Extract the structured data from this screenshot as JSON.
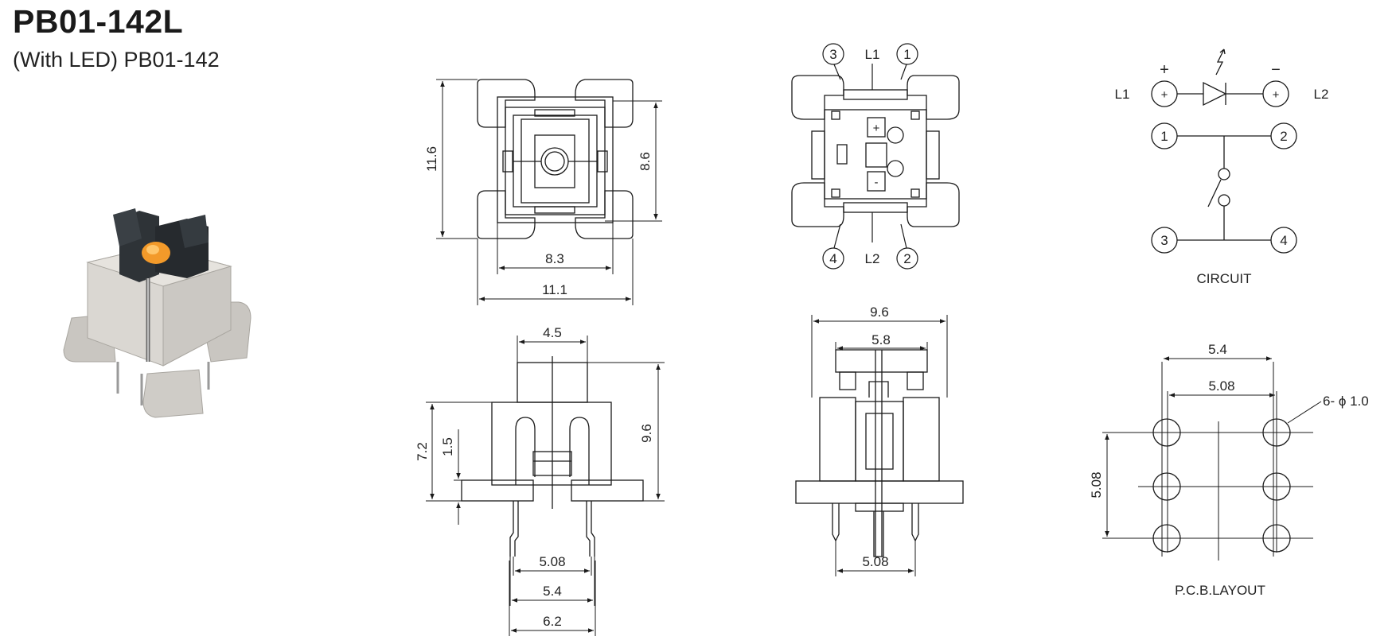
{
  "header": {
    "part_number": "PB01-142L",
    "variant_note": "(With LED)  PB01-142"
  },
  "top_view": {
    "dims": {
      "height_outer": "11.6",
      "height_inner": "8.6",
      "width_inner": "8.3",
      "width_outer": "11.1"
    }
  },
  "front_view": {
    "dims": {
      "actuator_width": "4.5",
      "total_height": "9.6",
      "body_height": "7.2",
      "stroke": "1.5",
      "pin_pitch": "5.08",
      "pin_span": "5.4",
      "base_width": "6.2"
    }
  },
  "bottom_view": {
    "labels": {
      "pin3": "3",
      "pin1": "1",
      "pin4": "4",
      "pin2": "2",
      "l1": "L1",
      "l2": "L2",
      "plus": "+",
      "minus": "-"
    }
  },
  "side_view": {
    "dims": {
      "outer_width": "9.6",
      "inner_width": "5.8",
      "pin_pitch": "5.08"
    }
  },
  "circuit": {
    "caption": "CIRCUIT",
    "l1": "L1",
    "l2": "L2",
    "plus_mark": "+",
    "minus_mark": "−",
    "node_plus": "+",
    "pins": [
      "1",
      "2",
      "3",
      "4"
    ]
  },
  "pcb_layout": {
    "caption": "P.C.B.LAYOUT",
    "dims": {
      "outer": "5.4",
      "inner": "5.08",
      "vertical": "5.08",
      "holes": "6- ϕ 1.0"
    }
  },
  "colors": {
    "line": "#1a1a1a",
    "body": "#d5d2cd",
    "actuator": "#2b3034",
    "led": "#f39a2a"
  }
}
